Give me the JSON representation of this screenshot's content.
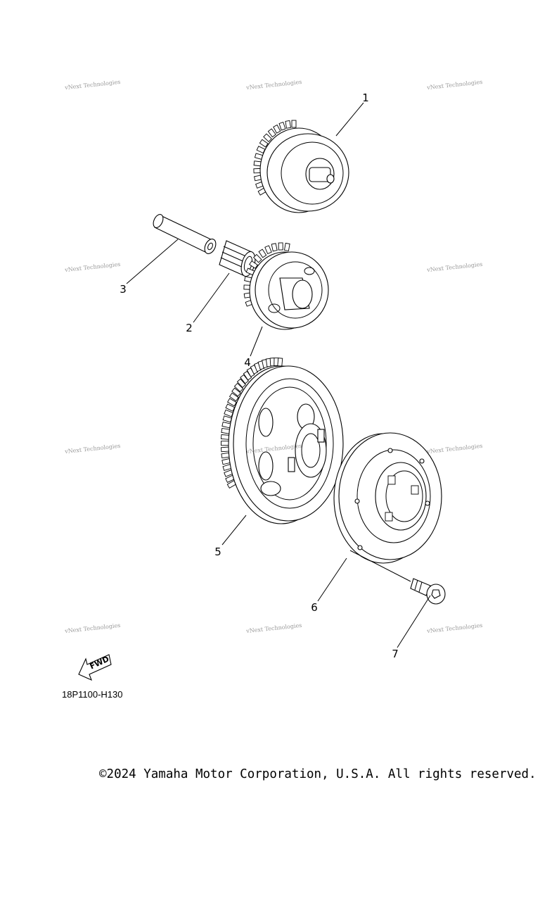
{
  "parts": [
    {
      "ref": "1"
    },
    {
      "ref": "2"
    },
    {
      "ref": "3"
    },
    {
      "ref": "4"
    },
    {
      "ref": "5"
    },
    {
      "ref": "6"
    },
    {
      "ref": "7"
    }
  ],
  "watermark": "vNext Technologies",
  "fwd_label": "FWD",
  "diagram_code": "18P1100-H130",
  "copyright": "©2024 Yamaha Motor Corporation, U.S.A. All rights reserved."
}
